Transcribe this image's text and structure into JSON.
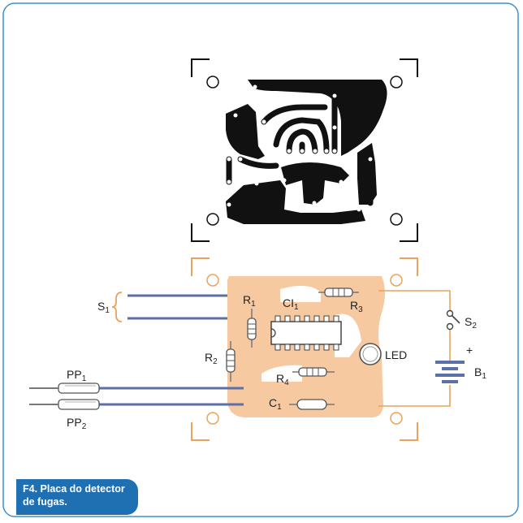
{
  "figure": {
    "caption_line1": "F4. Placa do detector",
    "caption_line2": "de fugas.",
    "labels": {
      "s1": "S",
      "s1_sub": "1",
      "r1": "R",
      "r1_sub": "1",
      "ci1": "CI",
      "ci1_sub": "1",
      "r3": "R",
      "r3_sub": "3",
      "s2": "S",
      "s2_sub": "2",
      "r2": "R",
      "r2_sub": "2",
      "led": "LED",
      "plus": "+",
      "b1": "B",
      "b1_sub": "1",
      "pp1": "PP",
      "pp1_sub": "1",
      "r4": "R",
      "r4_sub": "4",
      "c1": "C",
      "c1_sub": "1",
      "pp2": "PP",
      "pp2_sub": "2"
    }
  },
  "colors": {
    "frame": "#3d8fd0",
    "copper_side": "#111111",
    "board_outline": "#e9a35a",
    "board_fill": "#f6c9a0",
    "wire": "#5b6fa8",
    "caption_bg": "#1f6fb3"
  }
}
